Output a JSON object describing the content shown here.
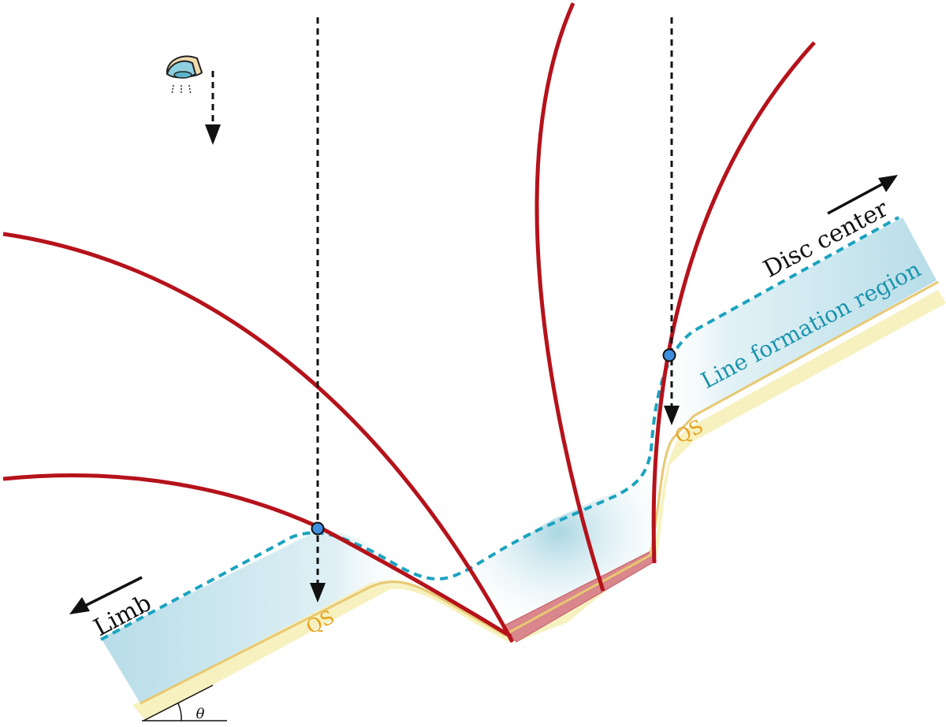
{
  "labels": {
    "disc_center": "Disc center",
    "limb": "Limb",
    "line_formation_region": "Line formation region",
    "qs_left": "QS",
    "qs_right": "QS",
    "theta": "θ"
  },
  "colors": {
    "field_lines": "#b5121b",
    "formation_dashed": "#1aa3bf",
    "formation_fill": "#b7dde8",
    "quiet_sun_band": "#f7f1bf",
    "quiet_sun_edge": "#e8c872",
    "qs_label": "#e6a21a",
    "intersection_point": "#3f8fe0",
    "pit_floor": "#d9868c",
    "text": "#111111"
  },
  "icons": {
    "observer": "eye-icon"
  }
}
